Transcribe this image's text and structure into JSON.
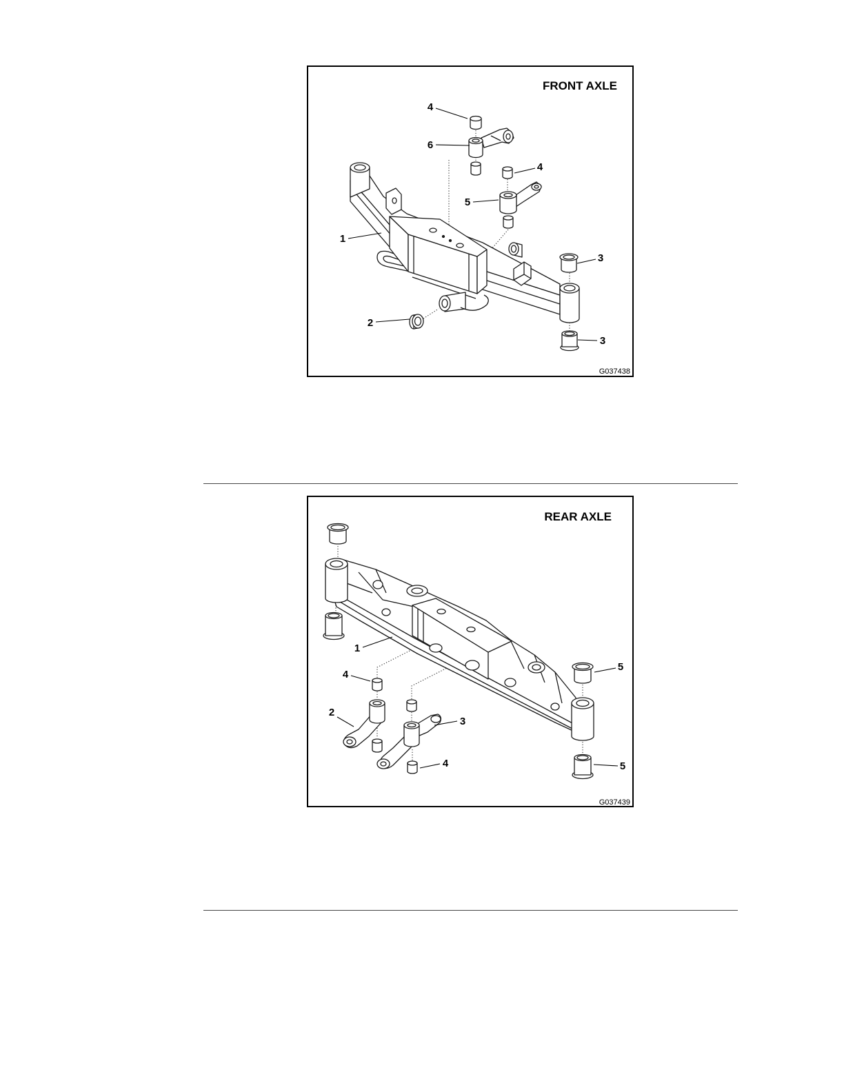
{
  "front_axle": {
    "title": "FRONT AXLE",
    "code": "G037438",
    "callouts": [
      "4",
      "6",
      "4",
      "5",
      "1",
      "3",
      "2",
      "3"
    ]
  },
  "rear_axle": {
    "title": "REAR AXLE",
    "code": "G037439",
    "callouts": [
      "1",
      "5",
      "4",
      "2",
      "3",
      "4",
      "5"
    ]
  }
}
